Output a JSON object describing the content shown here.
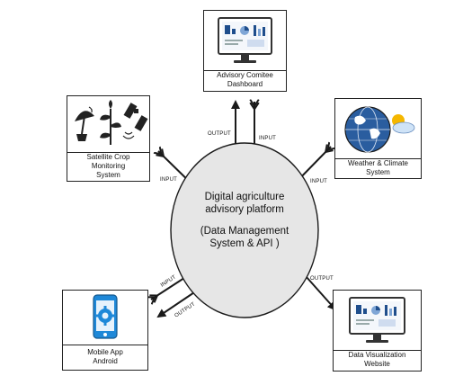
{
  "center": {
    "line1": "Digital agriculture",
    "line2": "advisory platform",
    "line3": "(Data Management",
    "line4": "System & API )"
  },
  "nodes": {
    "advisory": {
      "line1": "Advisory Comitee",
      "line2": "Dashboard"
    },
    "satellite": {
      "line1": "Satellite Crop Monitoring",
      "line2": "System"
    },
    "weather": {
      "line1": "Weather & Climate System"
    },
    "mobile": {
      "line1": "Mobile App",
      "line2": "Android"
    },
    "dataviz": {
      "line1": "Data Visualization Website"
    }
  },
  "flows": {
    "top_output": "OUTPUT",
    "top_input": "INPUT",
    "left_input": "INPUT",
    "right_input": "INPUT",
    "bottom_left_input": "INPUT",
    "bottom_left_output": "OUTPUT",
    "bottom_right_output": "OUTPUT"
  },
  "colors": {
    "ellipse_fill": "#e6e6e6",
    "stroke": "#1a1a1a",
    "screen_blue": "#1f4e8c",
    "phone_blue": "#1e88d8",
    "globe_blue": "#2a5d9f"
  }
}
